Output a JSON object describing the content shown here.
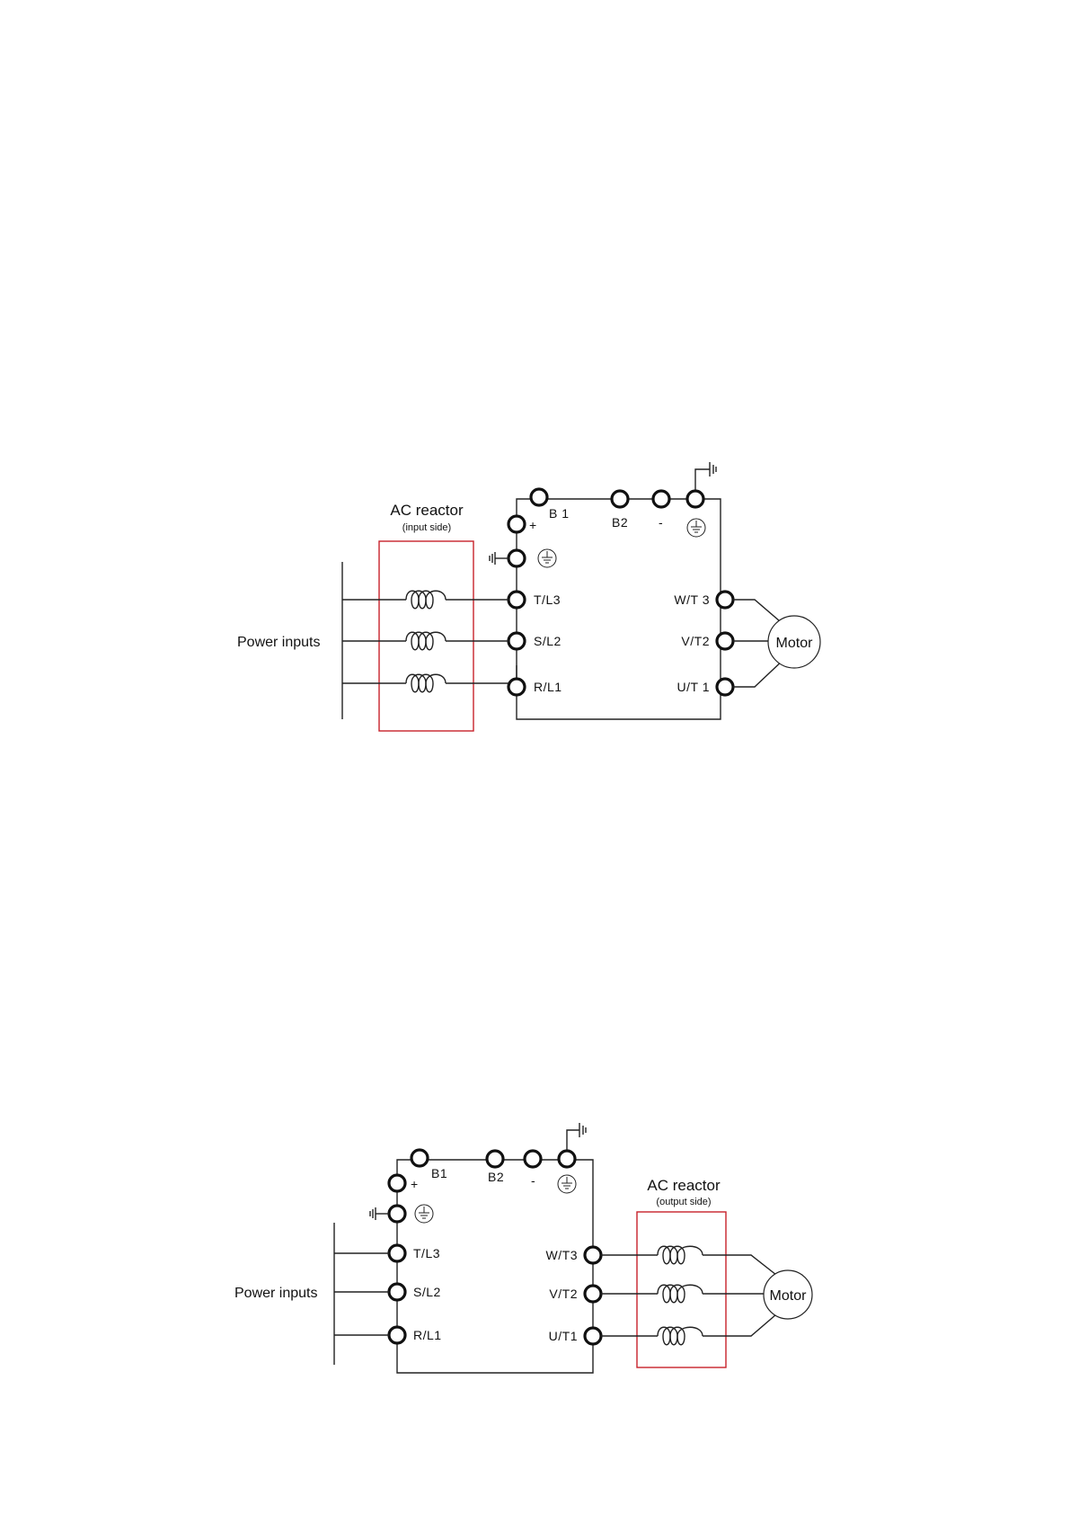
{
  "diagram1": {
    "reactor_title": "AC reactor",
    "reactor_subtitle": "(input side)",
    "power_label": "Power inputs",
    "motor_label": "Motor",
    "terminals": {
      "b1": "B 1",
      "b2": "B2",
      "minus": "-",
      "plus": "+",
      "tl3": "T/L3",
      "sl2": "S/L2",
      "rl1": "R/L1",
      "wt3": "W/T 3",
      "vt2": "V/T2",
      "ut1": "U/T 1"
    }
  },
  "diagram2": {
    "reactor_title": "AC reactor",
    "reactor_subtitle": "(output side)",
    "power_label": "Power inputs",
    "motor_label": "Motor",
    "terminals": {
      "b1": "B1",
      "b2": "B2",
      "minus": "-",
      "plus": "+",
      "tl3": "T/L3",
      "sl2": "S/L2",
      "rl1": "R/L1",
      "wt3": "W/T3",
      "vt2": "V/T2",
      "ut1": "U/T1"
    }
  },
  "colors": {
    "reactor_box": "#c8212b",
    "wire": "#222222"
  },
  "icons": [
    "ground-icon",
    "ground-circle-icon",
    "coil-icon",
    "terminal-icon"
  ]
}
